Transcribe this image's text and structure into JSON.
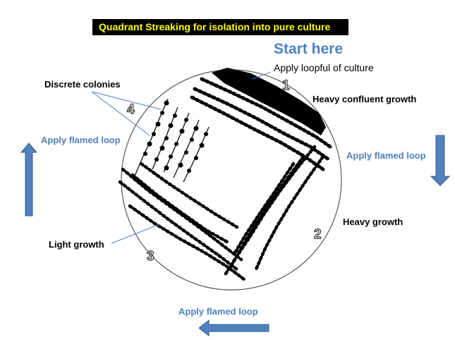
{
  "title": "Quadrant Streaking for isolation into pure culture",
  "start": {
    "heading": "Start here",
    "instruction": "Apply loopful of culture"
  },
  "labels": {
    "discrete_colonies": "Discrete colonies",
    "heavy_confluent_growth": "Heavy confluent growth",
    "heavy_growth": "Heavy growth",
    "light_growth": "Light growth"
  },
  "flamed_loop": {
    "left": "Apply flamed loop",
    "right": "Apply flamed loop",
    "bottom": "Apply flamed loop"
  },
  "quadrants": [
    "1",
    "2",
    "3",
    "4"
  ],
  "colors": {
    "title_bg": "#000000",
    "title_text": "#ffff00",
    "accent_blue": "#4f81bd",
    "arrow_fill": "#4f81bd",
    "arrow_stroke": "#385d8a",
    "streak": "#000000"
  },
  "icons": {
    "up": "arrow-up-icon",
    "down": "arrow-down-icon",
    "left": "arrow-left-icon"
  }
}
